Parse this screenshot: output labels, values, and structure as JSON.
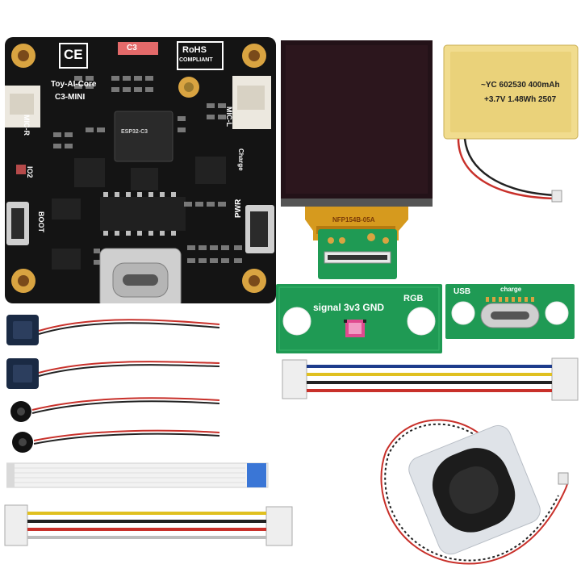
{
  "board": {
    "ce_mark": "CE",
    "c3_chip": "C3",
    "rohs": "RoHS",
    "rohs_sub": "COMPLIANT",
    "name": "Toy-AI-Core",
    "model": "C3-MINI",
    "mic_r": "MIC-R",
    "mic_l": "MIC-L",
    "charge": "Charge",
    "io2": "IO2",
    "boot": "BOOT",
    "pwr": "PWR",
    "module_text": "ESP32-C3"
  },
  "display": {
    "fpc_code": "NFP154B-05A"
  },
  "battery": {
    "line1": "~YC 602530 400mAh",
    "line2": "+3.7V 1.48Wh 2507"
  },
  "rgb_board": {
    "pins": "signal 3v3 GND",
    "name": "RGB"
  },
  "usb_board": {
    "usb": "USB",
    "charge": "charge"
  },
  "colors": {
    "pcb_black": "#141414",
    "pcb_green": "#1f9a54",
    "gold": "#d9a441",
    "wire_red": "#c8302a",
    "battery_yellow": "#e9d27a"
  }
}
